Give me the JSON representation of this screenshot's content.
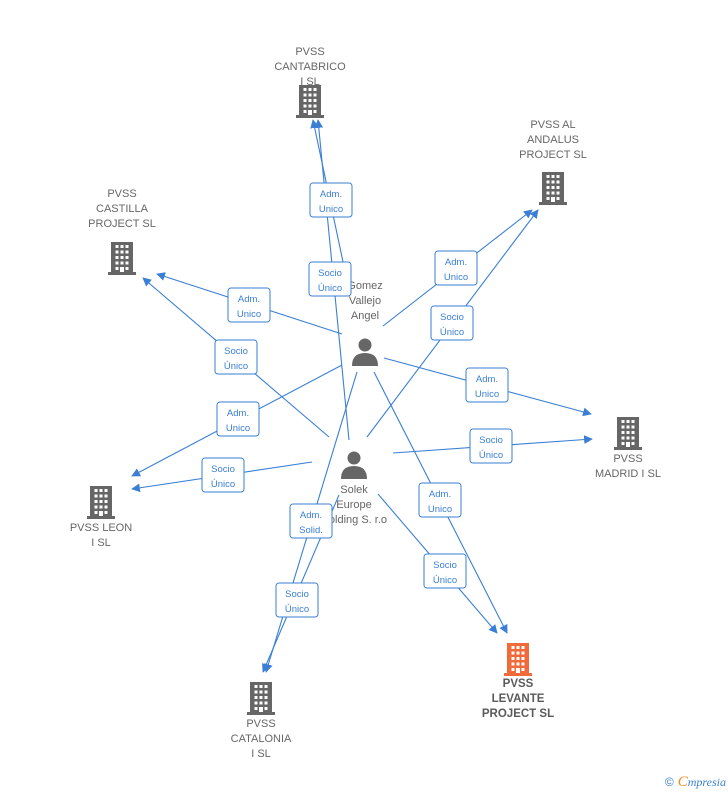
{
  "colors": {
    "edge": "#3a7fd5",
    "building": "#666666",
    "building_focus": "#f06a3a",
    "person": "#666666"
  },
  "nodes": [
    {
      "id": "cantabrico",
      "type": "company",
      "label": [
        "PVSS",
        "CANTABRICO",
        "I  SL"
      ]
    },
    {
      "id": "andalus",
      "type": "company",
      "label": [
        "PVSS AL",
        "ANDALUS",
        "PROJECT  SL"
      ]
    },
    {
      "id": "castilla",
      "type": "company",
      "label": [
        "PVSS",
        "CASTILLA",
        "PROJECT  SL"
      ]
    },
    {
      "id": "madrid",
      "type": "company",
      "label": [
        "PVSS",
        "MADRID I  SL"
      ]
    },
    {
      "id": "leon",
      "type": "company",
      "label": [
        "PVSS LEON",
        "I  SL"
      ]
    },
    {
      "id": "catalonia",
      "type": "company",
      "label": [
        "PVSS",
        "CATALONIA",
        "I  SL"
      ]
    },
    {
      "id": "levante",
      "type": "company",
      "focus": true,
      "label": [
        "PVSS",
        "LEVANTE",
        "PROJECT  SL"
      ]
    },
    {
      "id": "gomez",
      "type": "person",
      "label": [
        "Gomez",
        "Vallejo",
        "Angel"
      ]
    },
    {
      "id": "solek",
      "type": "person",
      "label": [
        "Solek",
        "Europe",
        "Holding S. r.o"
      ]
    }
  ],
  "edges": [
    {
      "from": "gomez",
      "to": "cantabrico",
      "label": [
        "Adm.",
        "Unico"
      ]
    },
    {
      "from": "solek",
      "to": "cantabrico",
      "label": [
        "Socio",
        "Único"
      ]
    },
    {
      "from": "gomez",
      "to": "andalus",
      "label": [
        "Adm.",
        "Unico"
      ]
    },
    {
      "from": "solek",
      "to": "andalus",
      "label": [
        "Socio",
        "Único"
      ]
    },
    {
      "from": "gomez",
      "to": "castilla",
      "label": [
        "Adm.",
        "Unico"
      ]
    },
    {
      "from": "solek",
      "to": "castilla",
      "label": [
        "Socio",
        "Único"
      ]
    },
    {
      "from": "gomez",
      "to": "madrid",
      "label": [
        "Adm.",
        "Unico"
      ]
    },
    {
      "from": "solek",
      "to": "madrid",
      "label": [
        "Socio",
        "Único"
      ]
    },
    {
      "from": "gomez",
      "to": "leon",
      "label": [
        "Adm.",
        "Unico"
      ]
    },
    {
      "from": "solek",
      "to": "leon",
      "label": [
        "Socio",
        "Único"
      ]
    },
    {
      "from": "gomez",
      "to": "levante",
      "label": [
        "Adm.",
        "Unico"
      ]
    },
    {
      "from": "solek",
      "to": "levante",
      "label": [
        "Socio",
        "Único"
      ]
    },
    {
      "from": "gomez",
      "to": "catalonia",
      "label": [
        "Adm.",
        "Solid."
      ]
    },
    {
      "from": "solek",
      "to": "catalonia",
      "label": [
        "Socio",
        "Único"
      ]
    }
  ],
  "footer": {
    "copyright": "©",
    "brand_initial": "C",
    "brand_rest": "mpresia"
  }
}
